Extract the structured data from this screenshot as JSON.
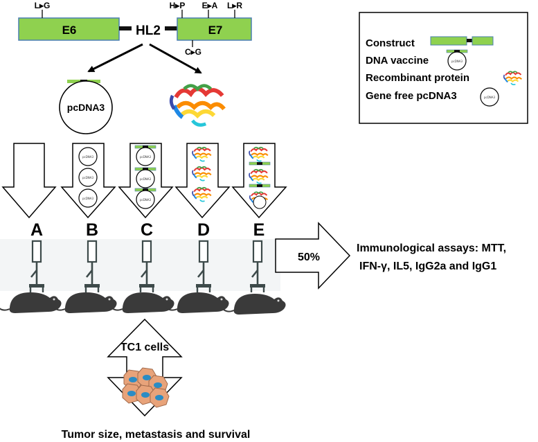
{
  "construct": {
    "gene_left": "E6",
    "gene_right": "E7",
    "linker": "HL2",
    "mutations": {
      "e6": "L▸G",
      "e7_hp": "H▸P",
      "e7_ea": "E▸A",
      "e7_lr": "L▸R",
      "e7_cg": "C▸G"
    },
    "plasmid_label": "pcDNA3"
  },
  "legend": {
    "items": [
      {
        "label": "Construct",
        "icon": "construct-icon"
      },
      {
        "label": "DNA vaccine",
        "icon": "dna-vaccine-icon"
      },
      {
        "label": "Recombinant protein",
        "icon": "protein-icon"
      },
      {
        "label": "Gene free pcDNA3",
        "icon": "plasmid-icon"
      }
    ],
    "mini_plasmid_label": "pcDNA3"
  },
  "groups": [
    "A",
    "B",
    "C",
    "D",
    "E"
  ],
  "immuno": {
    "percent": "50%",
    "line1": "Immunological assays: MTT,",
    "line2": "IFN-γ,  IL5, IgG2a and IgG1"
  },
  "challenge": {
    "cells": "TC1 cells",
    "outcome": "Tumor size, metastasis and  survival"
  },
  "colors": {
    "gene_green": "#8fd14f",
    "gene_border": "#4a7fb0",
    "mouse": "#3a3a3a",
    "tube": "#3d4a4a",
    "tumor_cell": "#e8a37a",
    "tumor_nucleus": "#2b8cc4"
  }
}
